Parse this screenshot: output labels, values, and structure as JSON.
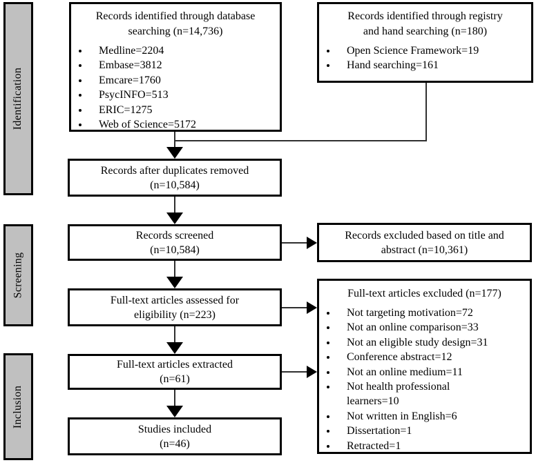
{
  "diagram": {
    "type": "PRISMA flow diagram",
    "stages": [
      {
        "label": "Identification"
      },
      {
        "label": "Screening"
      },
      {
        "label": "Inclusion"
      }
    ],
    "boxes": {
      "database": {
        "title_lines": [
          "Records identified through database",
          "searching (n=14,736)"
        ],
        "items": [
          "Medline=2204",
          "Embase=3812",
          "Emcare=1760",
          "PsycINFO=513",
          "ERIC=1275",
          "Web of Science=5172"
        ]
      },
      "registry": {
        "title_lines": [
          "Records identified through registry",
          "and hand searching (n=180)"
        ],
        "items": [
          "Open Science Framework=19",
          "Hand searching=161"
        ]
      },
      "duplicates_removed": {
        "lines": [
          "Records after duplicates removed",
          "(n=10,584)"
        ]
      },
      "screened": {
        "lines": [
          "Records screened",
          "(n=10,584)"
        ]
      },
      "excluded_title_abstract": {
        "lines": [
          "Records excluded based on title and",
          "abstract (n=10,361)"
        ]
      },
      "assessed": {
        "lines": [
          "Full-text articles assessed for",
          "eligibility (n=223)"
        ]
      },
      "fulltext_excluded": {
        "title": "Full-text articles excluded (n=177)",
        "items": [
          "Not targeting motivation=72",
          "Not an online comparison=33",
          "Not an eligible study design=31",
          "Conference abstract=12",
          "Not an online medium=11",
          "Not health professional\nlearners=10",
          "Not written in English=6",
          "Dissertation=1",
          "Retracted=1"
        ]
      },
      "extracted": {
        "lines": [
          "Full-text articles extracted",
          "(n=61)"
        ]
      },
      "included": {
        "lines": [
          "Studies included",
          "(n=46)"
        ]
      }
    },
    "colors": {
      "stage_fill": "#c0c0c0",
      "border": "#000000",
      "background": "#ffffff"
    }
  }
}
